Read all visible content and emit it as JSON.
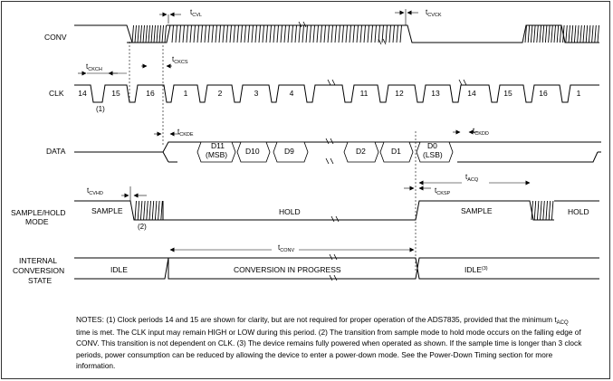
{
  "signals": {
    "conv": "CONV",
    "clk": "CLK",
    "data": "DATA",
    "sample_hold_line1": "SAMPLE/HOLD",
    "sample_hold_line2": "MODE",
    "state_line1": "INTERNAL",
    "state_line2": "CONVERSION",
    "state_line3": "STATE"
  },
  "clock_numbers": [
    "14",
    "15",
    "16",
    "1",
    "2",
    "3",
    "4",
    "11",
    "12",
    "13",
    "14",
    "15",
    "16",
    "1"
  ],
  "data_bits": {
    "d11_line1": "D11",
    "d11_line2": "(MSB)",
    "d10": "D10",
    "d9": "D9",
    "d2": "D2",
    "d1": "D1",
    "d0_line1": "D0",
    "d0_line2": "(LSB)"
  },
  "timing": {
    "cvl": {
      "t": "t",
      "sub": "CVL"
    },
    "cvck": {
      "t": "t",
      "sub": "CVCK"
    },
    "ckch": {
      "t": "t",
      "sub": "CKCH"
    },
    "ckcs": {
      "t": "t",
      "sub": "CKCS"
    },
    "ckde": {
      "t": "t",
      "sub": "CKDE"
    },
    "ckdd": {
      "t": "t",
      "sub": "CKDD"
    },
    "acq": {
      "t": "t",
      "sub": "ACQ"
    },
    "cksp": {
      "t": "t",
      "sub": "CKSP"
    },
    "cvhd": {
      "t": "t",
      "sub": "CVHD"
    },
    "conv": {
      "t": "t",
      "sub": "CONV"
    }
  },
  "sample_hold": {
    "sample_left": "SAMPLE",
    "hold_mid": "HOLD",
    "sample_right": "SAMPLE",
    "hold_right": "HOLD"
  },
  "conversion_state": {
    "idle_left": "IDLE",
    "in_progress": "CONVERSION IN PROGRESS",
    "idle_right": "IDLE",
    "idle_right_note": "(3)"
  },
  "footnote_marks": {
    "one": "(1)",
    "two": "(2)"
  },
  "notes": {
    "part1": "NOTES: (1) Clock periods 14 and 15 are shown for clarity, but are not required for proper operation of the ADS7835, provided that the minimum t",
    "part1_sub": "ACQ",
    "part2": " time is met. The CLK input may remain HIGH or LOW during this period. (2) The transition from sample mode to hold mode occurs on the falling edge of CONV. This transition is not dependent on CLK. (3) The device remains fully powered when operated as shown. If the sample time is longer than 3 clock periods, power consumption can be reduced by allowing the device to enter a power-down mode. See the Power-Down Timing section for more information."
  }
}
